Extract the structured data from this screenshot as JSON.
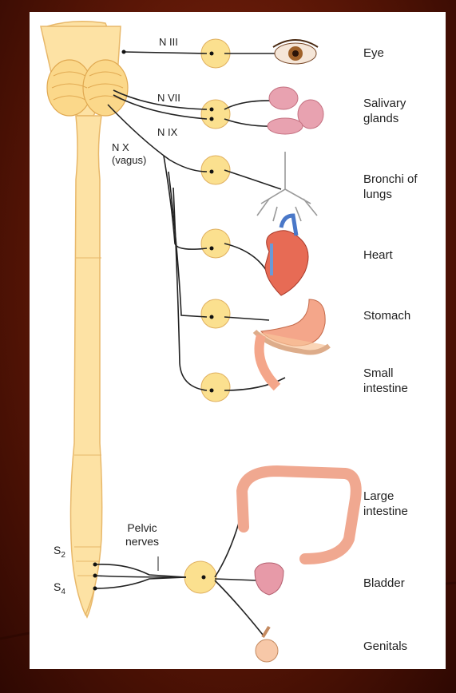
{
  "nerves": {
    "n3": "N III",
    "n7": "N VII",
    "n9": "N IX",
    "n10": "N X",
    "vagus": "(vagus)",
    "pelvic": "Pelvic\nnerves"
  },
  "segments": {
    "s2_letter": "S",
    "s2_sub": "2",
    "s4_letter": "S",
    "s4_sub": "4"
  },
  "organs": {
    "eye": "Eye",
    "salivary": "Salivary\nglands",
    "bronchi": "Bronchi of\nlungs",
    "heart": "Heart",
    "stomach": "Stomach",
    "small_intestine": "Small\nintestine",
    "large_intestine": "Large\nintestine",
    "bladder": "Bladder",
    "genitals": "Genitals"
  },
  "colors": {
    "cord": "#fde2a4",
    "cord_stroke": "#e8b86a",
    "ganglion": "#fbe08f",
    "organ_pink": "#f2a7a7",
    "intestine": "#f6b4a0",
    "background": "#6a1a08"
  }
}
